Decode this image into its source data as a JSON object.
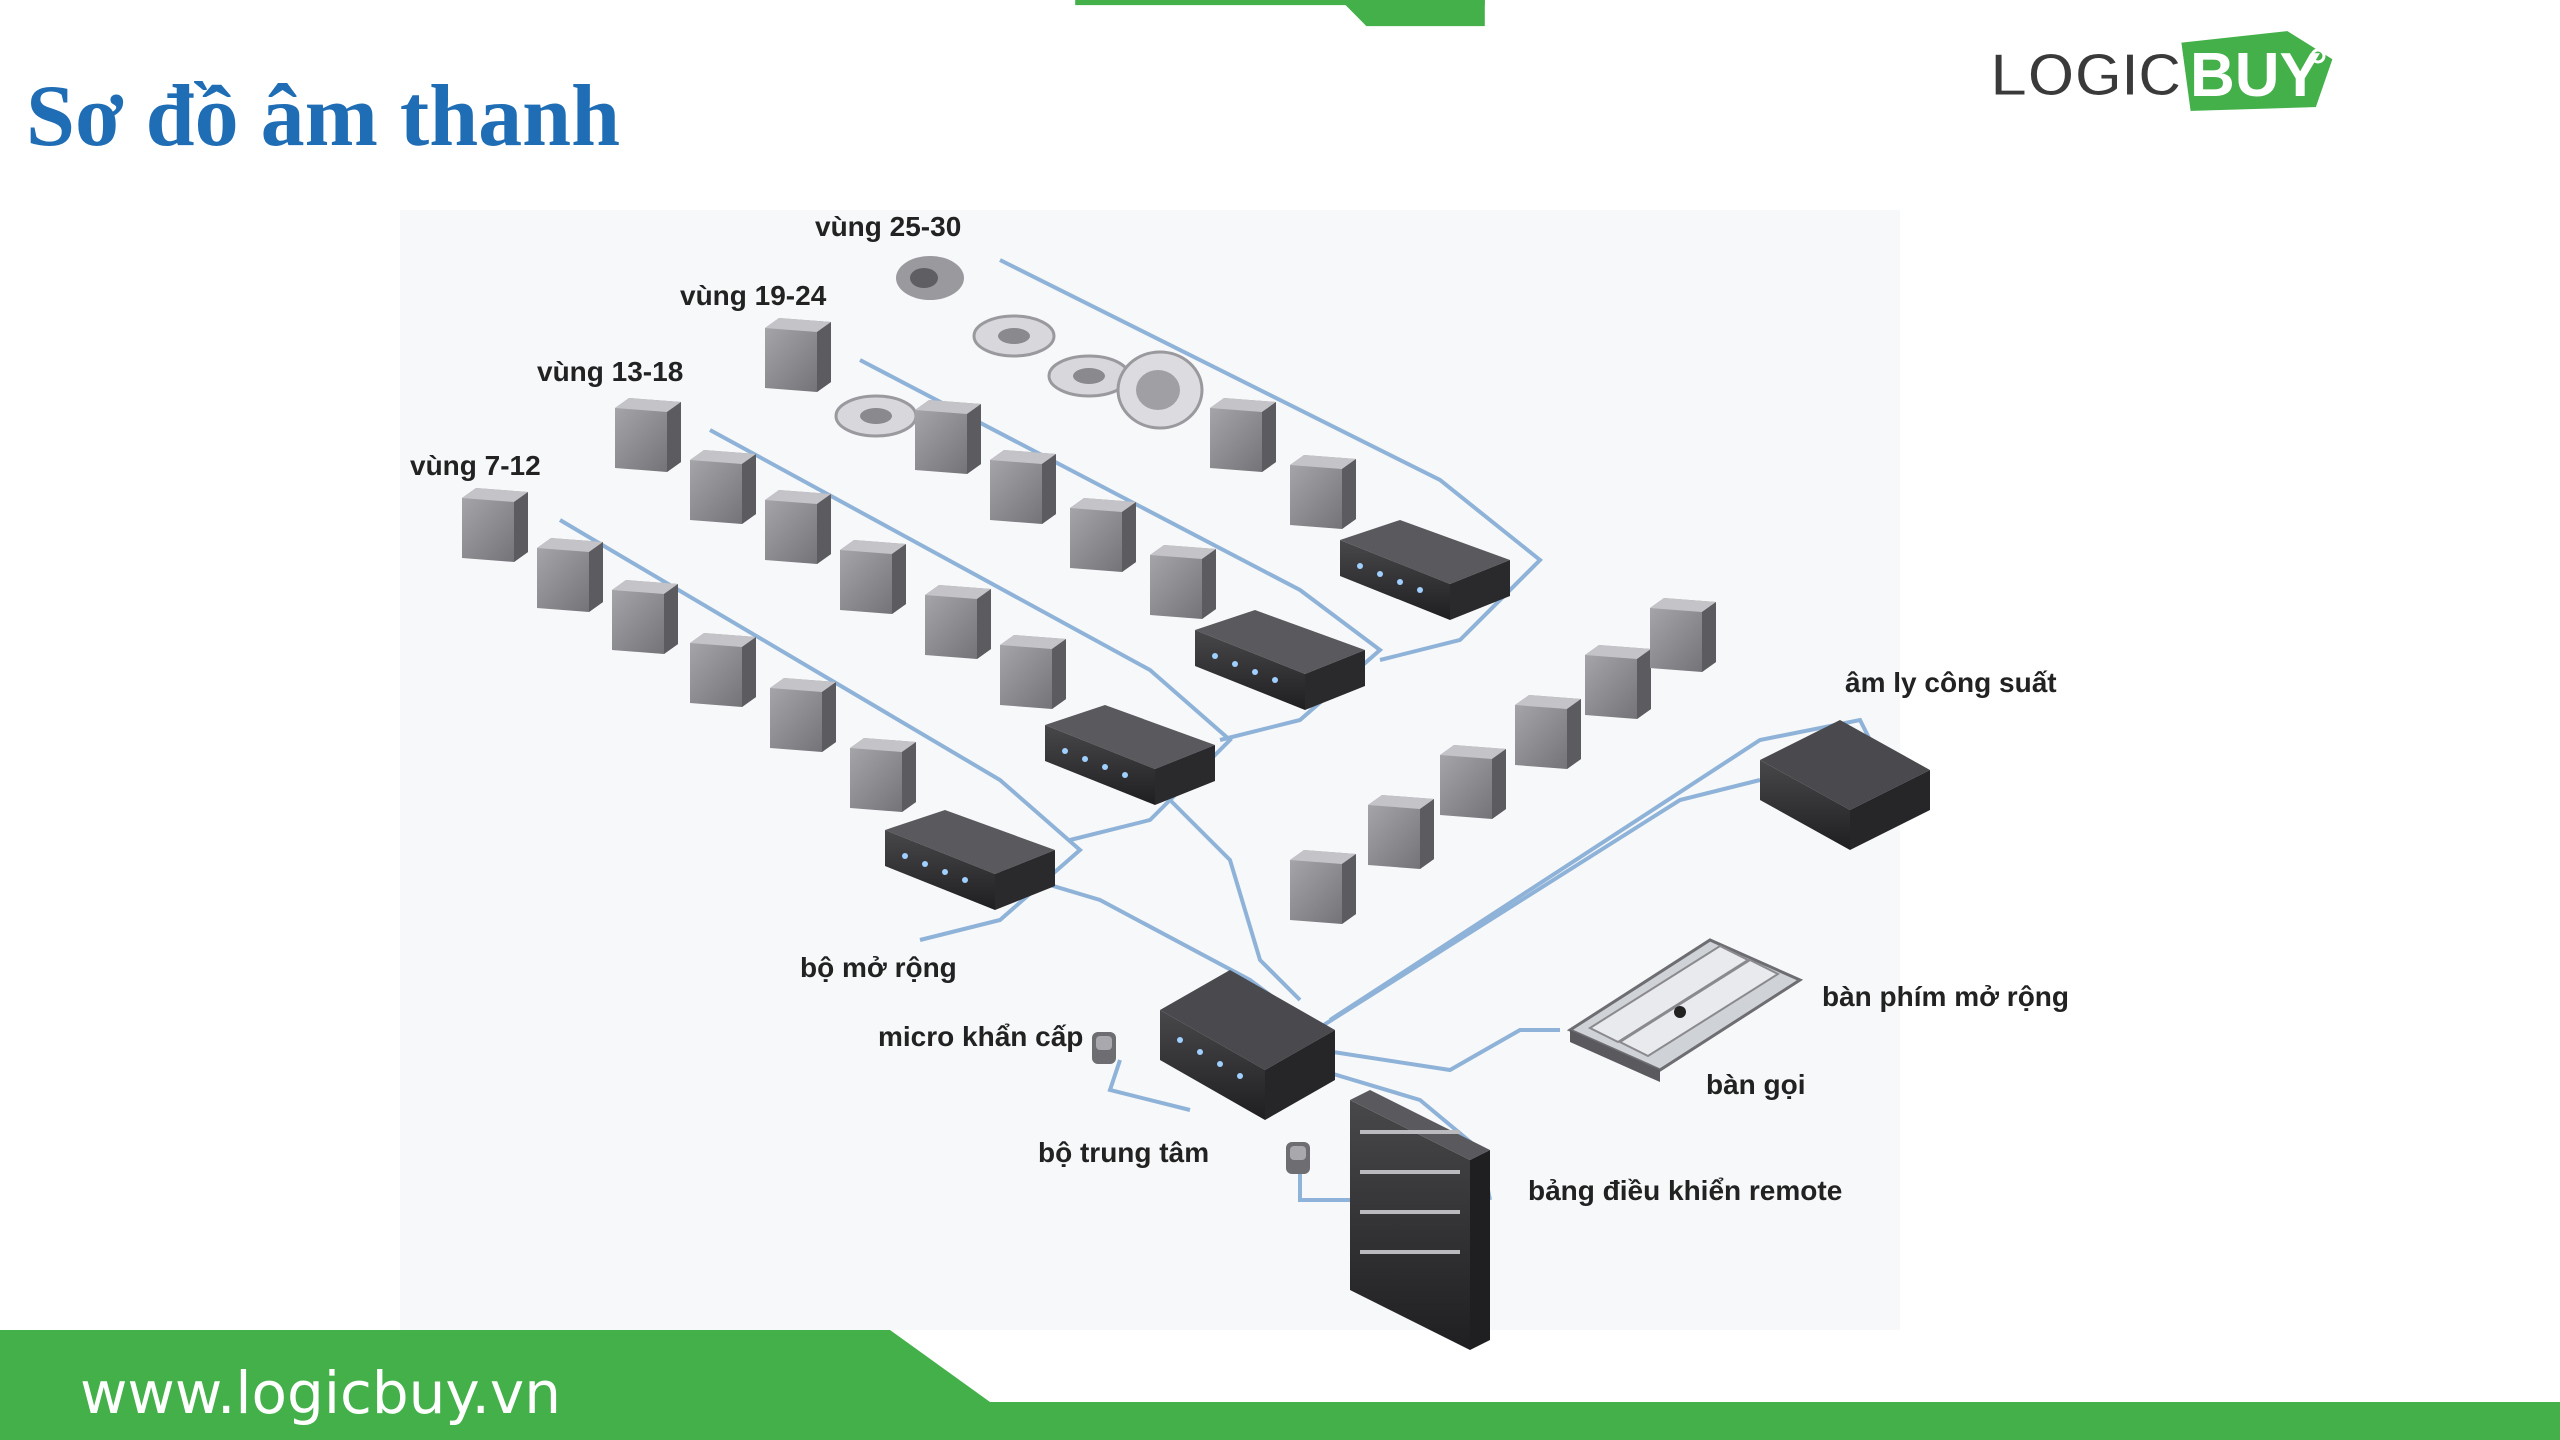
{
  "page": {
    "title": "Sơ đồ âm thanh",
    "brand_logic": "LOGIC",
    "brand_buy": "BUY",
    "website": "www.logicbuy.vn"
  },
  "colors": {
    "brand_green": "#43b04a",
    "title_blue": "#1f6db5",
    "device_dark": "#2e2e30",
    "speaker_gray": "#8c8c90",
    "cable_blue": "#8fb3d8"
  },
  "diagram": {
    "labels": {
      "zone_25_30": "vùng 25-30",
      "zone_19_24": "vùng 19-24",
      "zone_13_18": "vùng 13-18",
      "zone_7_12": "vùng 7-12",
      "amplifier": "âm ly công suất",
      "expander": "bộ mở rộng",
      "emergency_mic": "micro khẩn cấp",
      "expansion_keypad": "bàn phím mở rộng",
      "call_station": "bàn gọi",
      "central_unit": "bộ trung tâm",
      "remote_panel": "bảng điều khiển remote"
    }
  }
}
